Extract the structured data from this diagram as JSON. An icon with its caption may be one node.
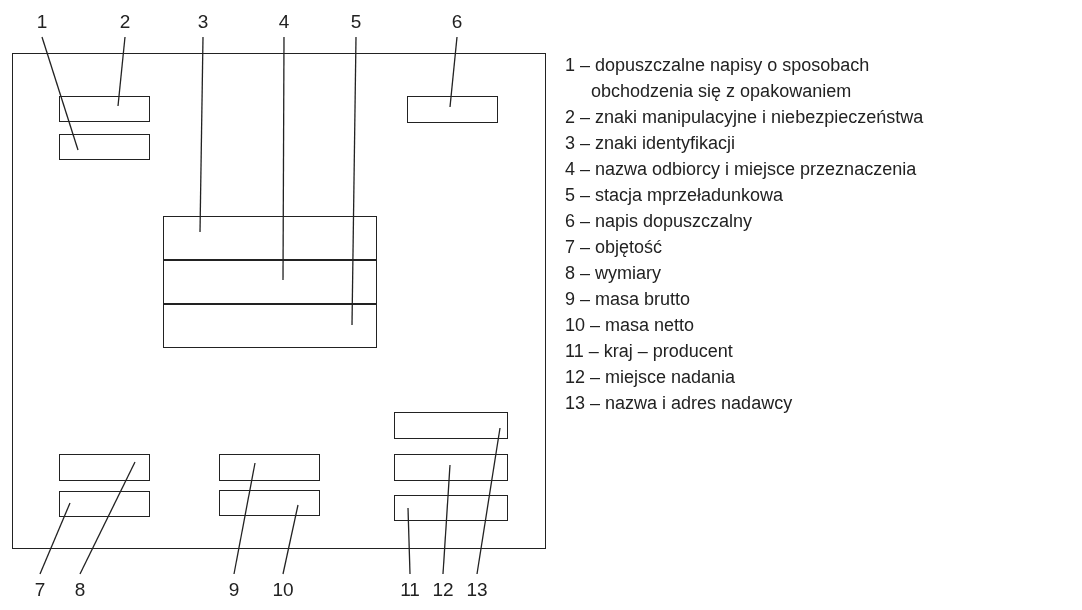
{
  "diagram": {
    "nodes": [
      {
        "text": [],
        "shape": "box"
      },
      {
        "text": [
          "1"
        ]
      },
      {
        "text": [
          "2"
        ]
      },
      {
        "text": [
          "3"
        ]
      },
      {
        "text": [
          "4"
        ]
      },
      {
        "text": [
          "5"
        ]
      },
      {
        "text": [
          "6"
        ]
      },
      {
        "text": [
          "7"
        ]
      },
      {
        "text": [
          "8"
        ]
      },
      {
        "text": [
          "9"
        ]
      },
      {
        "text": [
          "10"
        ]
      },
      {
        "text": [
          "11"
        ]
      },
      {
        "text": [
          "12"
        ]
      },
      {
        "text": [
          "13"
        ]
      },
      {
        "text": [],
        "shape": "box",
        "in": 0
      },
      {
        "text": [],
        "shape": "box",
        "in": 0
      },
      {
        "text": [],
        "shape": "box",
        "in": 0
      },
      {
        "text": [],
        "shape": "box",
        "in": 0
      },
      {
        "text": [],
        "shape": "box",
        "in": 0
      },
      {
        "text": [],
        "shape": "box",
        "in": 0
      },
      {
        "text": [],
        "shape": "box",
        "in": 0
      },
      {
        "text": [],
        "shape": "box",
        "in": 0
      },
      {
        "text": [],
        "shape": "box",
        "in": 0
      },
      {
        "text": [],
        "shape": "box",
        "in": 0
      },
      {
        "text": [],
        "shape": "box",
        "in": 0
      },
      {
        "text": [],
        "shape": "box",
        "in": 0
      },
      {
        "text": [],
        "shape": "box",
        "in": 0
      }
    ],
    "edges": [
      {
        "from": 1,
        "to": 16,
        "arrow": "none"
      },
      {
        "from": 2,
        "to": 14,
        "arrow": "none"
      },
      {
        "from": 3,
        "to": 17,
        "arrow": "none"
      },
      {
        "from": 4,
        "to": 18,
        "arrow": "none"
      },
      {
        "from": 5,
        "to": 19,
        "arrow": "none"
      },
      {
        "from": 6,
        "to": 15,
        "arrow": "none"
      },
      {
        "from": 7,
        "to": 24,
        "arrow": "none"
      },
      {
        "from": 8,
        "to": 21,
        "arrow": "none"
      },
      {
        "from": 9,
        "to": 22,
        "arrow": "none"
      },
      {
        "from": 10,
        "to": 25,
        "arrow": "none"
      },
      {
        "from": 11,
        "to": 26,
        "arrow": "none"
      },
      {
        "from": 12,
        "to": 23,
        "arrow": "none"
      },
      {
        "from": 13,
        "to": 20,
        "arrow": "none"
      }
    ],
    "labels": [
      "1 – dopuszczalne napisy o sposobach obchodzenia się z opakowaniem",
      "2 – znaki manipulacyjne i niebezpieczeństwa",
      "3 – znaki identyfikacji",
      "4 – nazwa odbiorcy i miejsce przeznaczenia",
      "5 – stacja mprzeładunkowa",
      "6 – napis dopuszczalny",
      "7 – objętość",
      "8 – wymiary",
      "9 – masa brutto",
      "10 – masa netto",
      "11 – kraj – producent",
      "12 – miejsce nadania",
      "13 – nazwa i adres nadawcy"
    ]
  }
}
